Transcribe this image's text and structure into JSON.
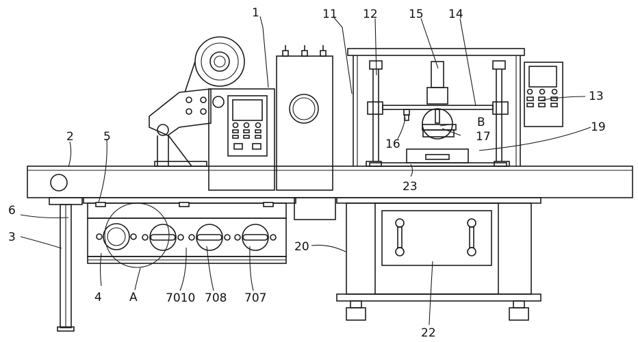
{
  "figure": {
    "callouts": [
      {
        "id": "c1",
        "text": "1"
      },
      {
        "id": "c2",
        "text": "2"
      },
      {
        "id": "c3",
        "text": "3"
      },
      {
        "id": "c4",
        "text": "4"
      },
      {
        "id": "c5",
        "text": "5"
      },
      {
        "id": "c6",
        "text": "6"
      },
      {
        "id": "c11",
        "text": "11"
      },
      {
        "id": "c12",
        "text": "12"
      },
      {
        "id": "c13",
        "text": "13"
      },
      {
        "id": "c14",
        "text": "14"
      },
      {
        "id": "c15",
        "text": "15"
      },
      {
        "id": "c16",
        "text": "16"
      },
      {
        "id": "c17",
        "text": "17"
      },
      {
        "id": "c19",
        "text": "19"
      },
      {
        "id": "c20",
        "text": "20"
      },
      {
        "id": "c22",
        "text": "22"
      },
      {
        "id": "c23",
        "text": "23"
      },
      {
        "id": "cA",
        "text": "A"
      },
      {
        "id": "cB",
        "text": "B"
      },
      {
        "id": "c7010",
        "text": "7010"
      },
      {
        "id": "c708",
        "text": "708"
      },
      {
        "id": "c707",
        "text": "707"
      }
    ]
  }
}
